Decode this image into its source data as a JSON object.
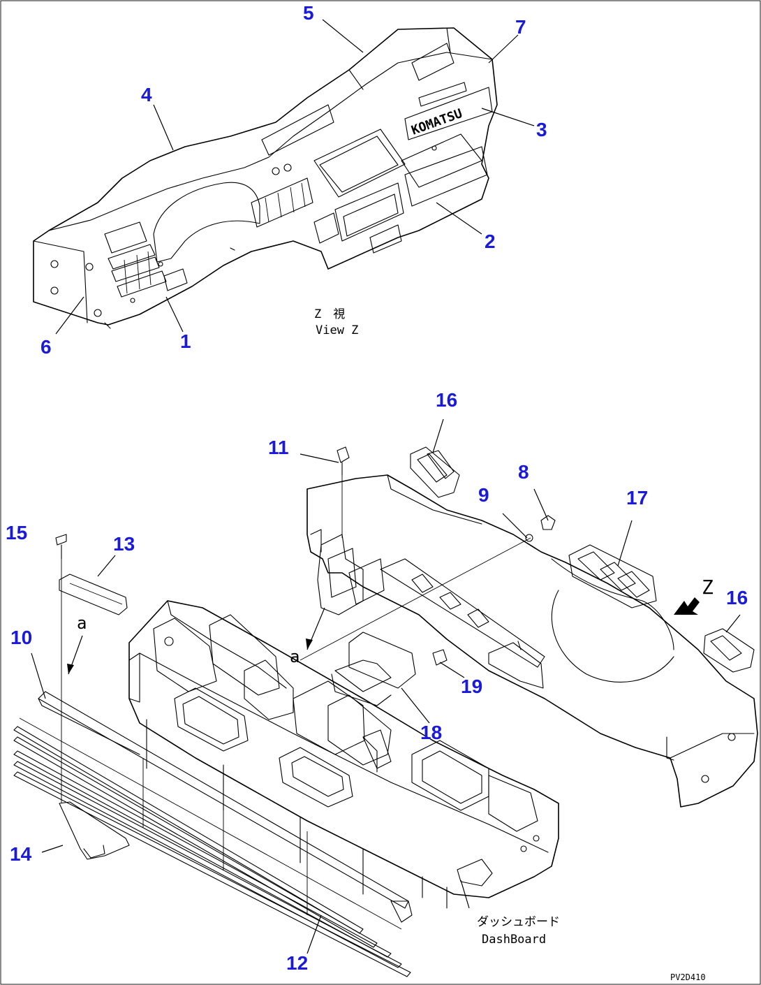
{
  "view_caption": {
    "line1": "Z　視",
    "line2": "View Z"
  },
  "dashboard_label": {
    "line1": "ダッシュボード",
    "line2": "DashBoard"
  },
  "view_marker": "Z",
  "ref_letter_a": "a",
  "brand_text": "KOMATSU",
  "drawing_code": "PV2D410",
  "callouts": [
    {
      "id": "c1",
      "text": "1"
    },
    {
      "id": "c2",
      "text": "2"
    },
    {
      "id": "c3",
      "text": "3"
    },
    {
      "id": "c4",
      "text": "4"
    },
    {
      "id": "c5",
      "text": "5"
    },
    {
      "id": "c6",
      "text": "6"
    },
    {
      "id": "c7",
      "text": "7"
    },
    {
      "id": "c8",
      "text": "8"
    },
    {
      "id": "c9",
      "text": "9"
    },
    {
      "id": "c10",
      "text": "10"
    },
    {
      "id": "c11",
      "text": "11"
    },
    {
      "id": "c12",
      "text": "12"
    },
    {
      "id": "c13",
      "text": "13"
    },
    {
      "id": "c14",
      "text": "14"
    },
    {
      "id": "c15",
      "text": "15"
    },
    {
      "id": "c16a",
      "text": "16"
    },
    {
      "id": "c16b",
      "text": "16"
    },
    {
      "id": "c17",
      "text": "17"
    },
    {
      "id": "c18",
      "text": "18"
    },
    {
      "id": "c19",
      "text": "19"
    }
  ],
  "colors": {
    "callout": "#1a1adc",
    "line": "#000000",
    "background": "#ffffff"
  }
}
